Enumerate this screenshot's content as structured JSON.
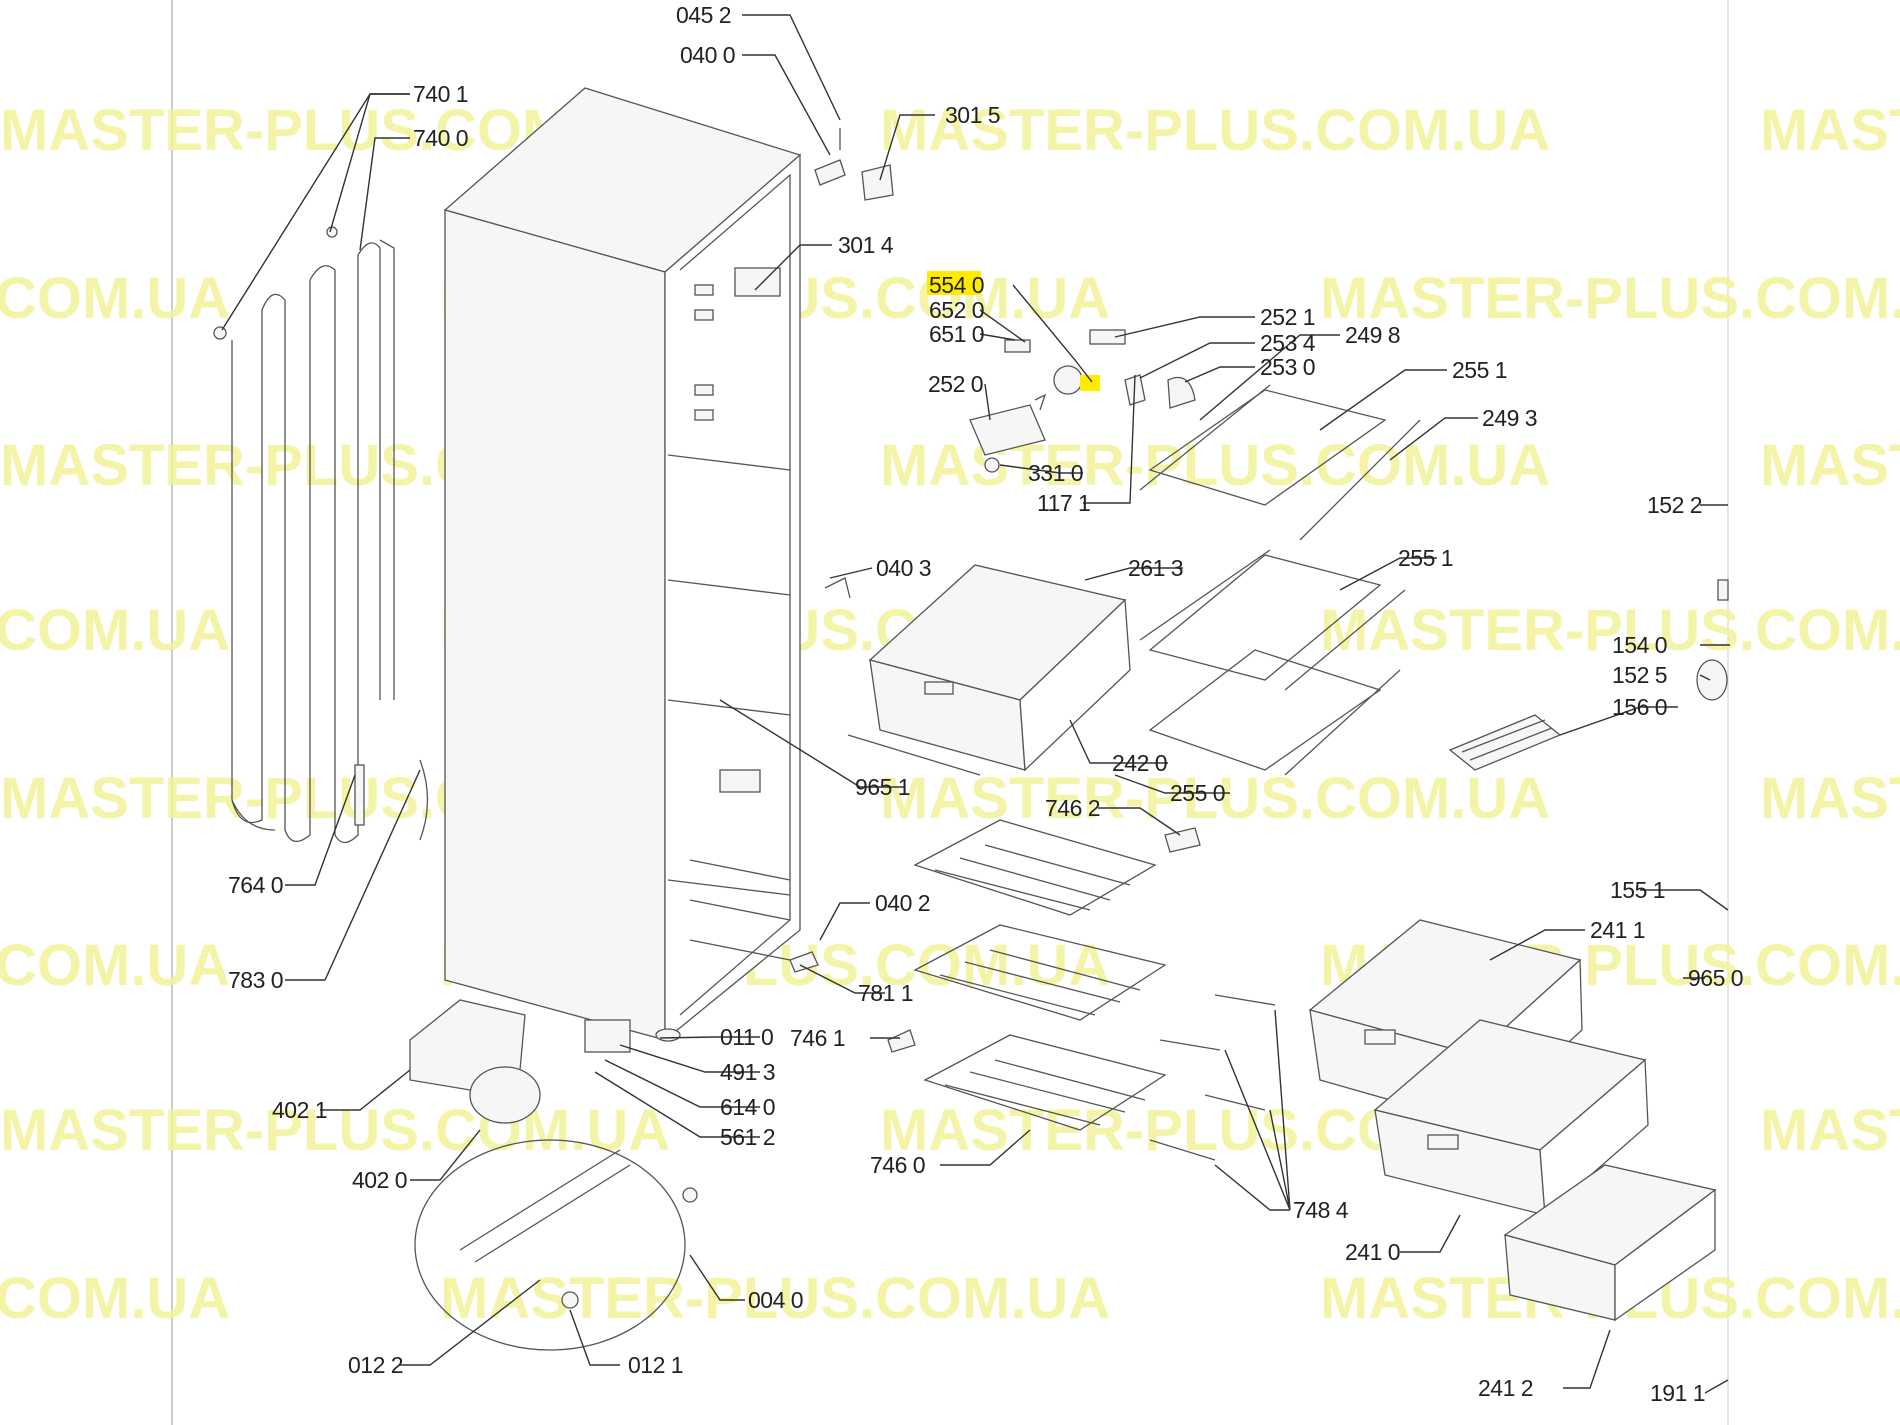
{
  "watermark": "MASTER-PLUS.COM.UA",
  "highlight_color": "#ffeb00",
  "labels": [
    "045 2",
    "040 0",
    "301 5",
    "740 1",
    "740 0",
    "301 4",
    "554 0",
    "652 0",
    "651 0",
    "252 1",
    "253 4",
    "253 0",
    "249 8",
    "255 1",
    "249 3",
    "252 0",
    "331 0",
    "117 1",
    "152 2",
    "040 3",
    "261 3",
    "255 1",
    "154 0",
    "152 5",
    "156 0",
    "242 0",
    "255 0",
    "965 1",
    "746 2",
    "764 0",
    "040 2",
    "155 1",
    "241 1",
    "783 0",
    "781 1",
    "965 0",
    "011 0",
    "746 1",
    "491 3",
    "614 0",
    "561 2",
    "402 1",
    "402 0",
    "746 0",
    "748 4",
    "241 0",
    "004 0",
    "012 2",
    "012 1",
    "241 2",
    "191 1"
  ],
  "highlighted_label": "554 0"
}
